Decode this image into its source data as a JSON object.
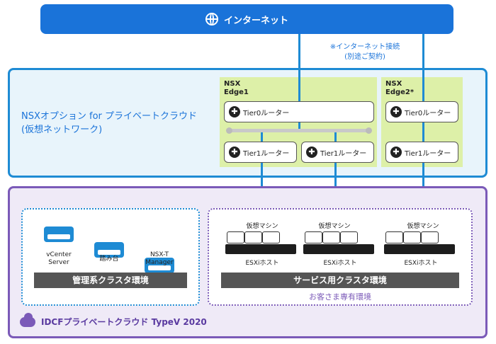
{
  "internet": {
    "label": "インターネット",
    "icon": "globe-icon"
  },
  "internet_note": {
    "line1": "※インターネット接続",
    "line2": "(別途ご契約)"
  },
  "nsx": {
    "title_line1": "NSXオプション for プライベートクラウド",
    "title_line2": "(仮想ネットワーク)"
  },
  "edge1": {
    "label_line1": "NSX",
    "label_line2": "Edge1",
    "tier0": "Tier0ルーター",
    "tier1_a": "Tier1ルーター",
    "tier1_b": "Tier1ルーター"
  },
  "edge2": {
    "label_line1": "NSX",
    "label_line2": "Edge2*",
    "tier0": "Tier0ルーター",
    "tier1": "Tier1ルーター"
  },
  "management": {
    "servers": [
      {
        "line1": "vCenter",
        "line2": "Server"
      },
      {
        "line1": "踏み台",
        "line2": ""
      },
      {
        "line1": "NSX-T",
        "line2": "Manager"
      }
    ],
    "cluster_label": "管理系クラスタ環境"
  },
  "service": {
    "hosts": [
      {
        "vm_label": "仮想マシン",
        "host_label": "ESXiホスト"
      },
      {
        "vm_label": "仮想マシン",
        "host_label": "ESXiホスト"
      },
      {
        "vm_label": "仮想マシン",
        "host_label": "ESXiホスト"
      }
    ],
    "cluster_label": "サービス用クラスタ環境",
    "dedicated_label": "お客さま専有環境"
  },
  "footer": {
    "label": "IDCFプライベートクラウド TypeV 2020",
    "icon": "cloud-icon"
  },
  "colors": {
    "internet": "#1a73d9",
    "nsx_border": "#1e8bd4",
    "edge_bg": "#ddf0a8",
    "iaas_border": "#7b5ab8",
    "cluster_bar": "#555555"
  }
}
